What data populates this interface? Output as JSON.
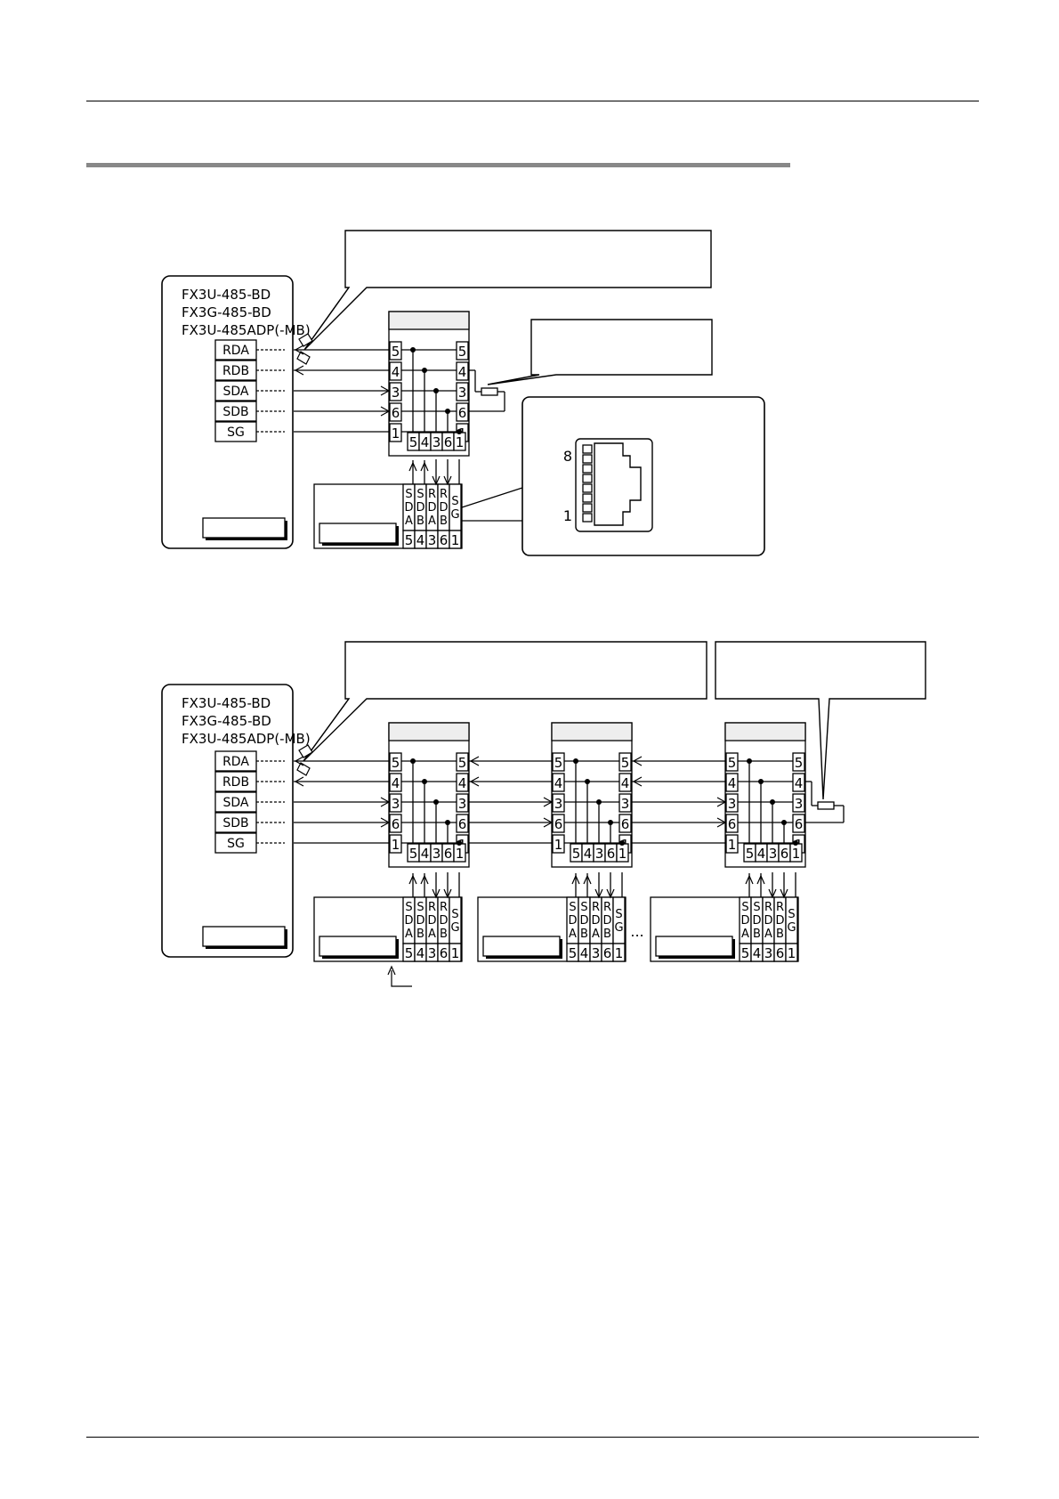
{
  "diagram1": {
    "unit_labels": [
      "FX3U-485-BD",
      "FX3G-485-BD",
      "FX3U-485ADP(-MB)"
    ],
    "signals": [
      "RDA",
      "RDB",
      "SDA",
      "SDB",
      "SG"
    ],
    "pins": [
      "5",
      "4",
      "3",
      "6",
      "1"
    ],
    "inverter_cols": [
      [
        "S",
        "D",
        "A"
      ],
      [
        "S",
        "D",
        "B"
      ],
      [
        "R",
        "D",
        "A"
      ],
      [
        "R",
        "D",
        "B"
      ],
      [
        "S",
        "G"
      ]
    ],
    "inverter_pins": [
      "5",
      "4",
      "3",
      "6",
      "1"
    ],
    "connector_pin_high": "8",
    "connector_pin_low": "1"
  },
  "diagram2": {
    "unit_labels": [
      "FX3U-485-BD",
      "FX3G-485-BD",
      "FX3U-485ADP(-MB)"
    ],
    "signals": [
      "RDA",
      "RDB",
      "SDA",
      "SDB",
      "SG"
    ],
    "pins": [
      "5",
      "4",
      "3",
      "6",
      "1"
    ],
    "inverter_cols": [
      [
        "S",
        "D",
        "A"
      ],
      [
        "S",
        "D",
        "B"
      ],
      [
        "R",
        "D",
        "A"
      ],
      [
        "R",
        "D",
        "B"
      ],
      [
        "S",
        "G"
      ]
    ],
    "inverter_pins": [
      "5",
      "4",
      "3",
      "6",
      "1"
    ],
    "ellipsis": "..."
  },
  "colors": {
    "line": "#000000",
    "gray_bar": "#888888"
  }
}
